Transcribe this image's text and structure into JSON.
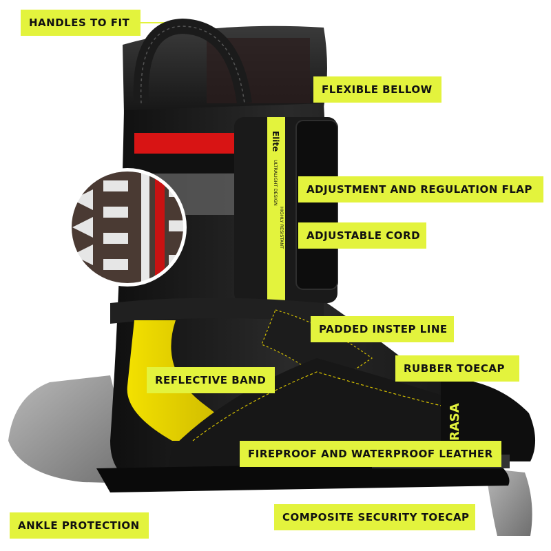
{
  "labels": {
    "handles": "HANDLES TO FIT",
    "bellow": "FLEXIBLE BELLOW",
    "adjustment_flap": "ADJUSTMENT AND REGULATION FLAP",
    "adjustable_cord": "ADJUSTABLE CORD",
    "padded_instep": "PADDED INSTEP LINE",
    "rubber_toecap": "RUBBER TOECAP",
    "reflective_band": "REFLECTIVE BAND",
    "fireproof_leather": "FIREPROOF AND WATERPROOF LEATHER",
    "composite_toecap": "COMPOSITE SECURITY TOECAP",
    "ankle_protection": "ANKLE PROTECTION"
  },
  "boot_text": {
    "brand": "Elite",
    "strap_line_1": "ULTRALIGHT DESIGN",
    "strap_line_2": "HIGHLY RESISTANT",
    "toecap_mark": "RASA"
  },
  "colors": {
    "label_bg": "#e3f33d",
    "leather": "#1e1e1e",
    "reflective": "#f0dc00",
    "accent_red": "#d81414",
    "guard_gray": "#8c8c8c"
  }
}
